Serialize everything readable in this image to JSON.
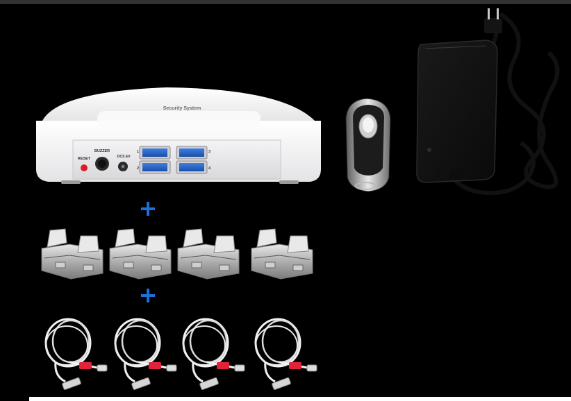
{
  "product": {
    "device_text": "Security System",
    "port_labels": {
      "reset": "RESET",
      "buzzer": "BUZZER",
      "dc": "DC5.6V",
      "p1": "1",
      "p2": "2",
      "p3": "3",
      "p4": "4"
    }
  },
  "colors": {
    "background": "#000000",
    "device": "#f2f2f2",
    "plus": "#1e6fd9",
    "cable": "#ffffff",
    "cable_accent": "#e0223a"
  },
  "icons": {
    "plus": "plus-icon"
  }
}
